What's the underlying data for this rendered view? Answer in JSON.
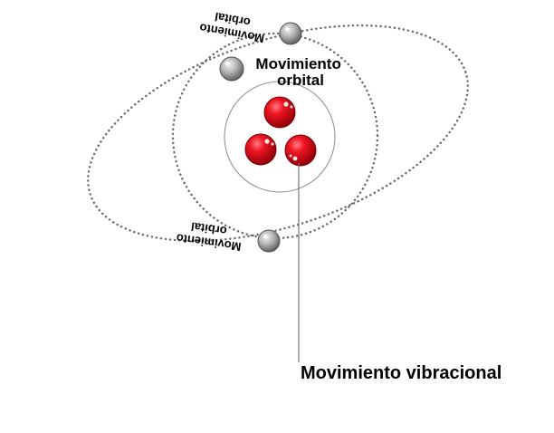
{
  "diagram": {
    "orbital_label_line1": "Movimiento",
    "orbital_label_line2": "orbital",
    "orbital_label_mirrored_top_line1": "Movimiento",
    "orbital_label_mirrored_top_line2": "orbital",
    "orbital_label_mirrored_bottom_line1": "Movimiento",
    "orbital_label_mirrored_bottom_line2": "orbital",
    "vibrational_label": "Movimiento vibracional"
  },
  "colors": {
    "nucleus_particle": "#e8101c",
    "nucleus_particle_dark": "#9a0008",
    "electron": "#b4b4b4",
    "electron_dark": "#6e6e6e",
    "orbit_dots": "#666666",
    "nucleus_boundary": "#8a8a8a",
    "leader_line": "#777777",
    "text": "#000000"
  }
}
